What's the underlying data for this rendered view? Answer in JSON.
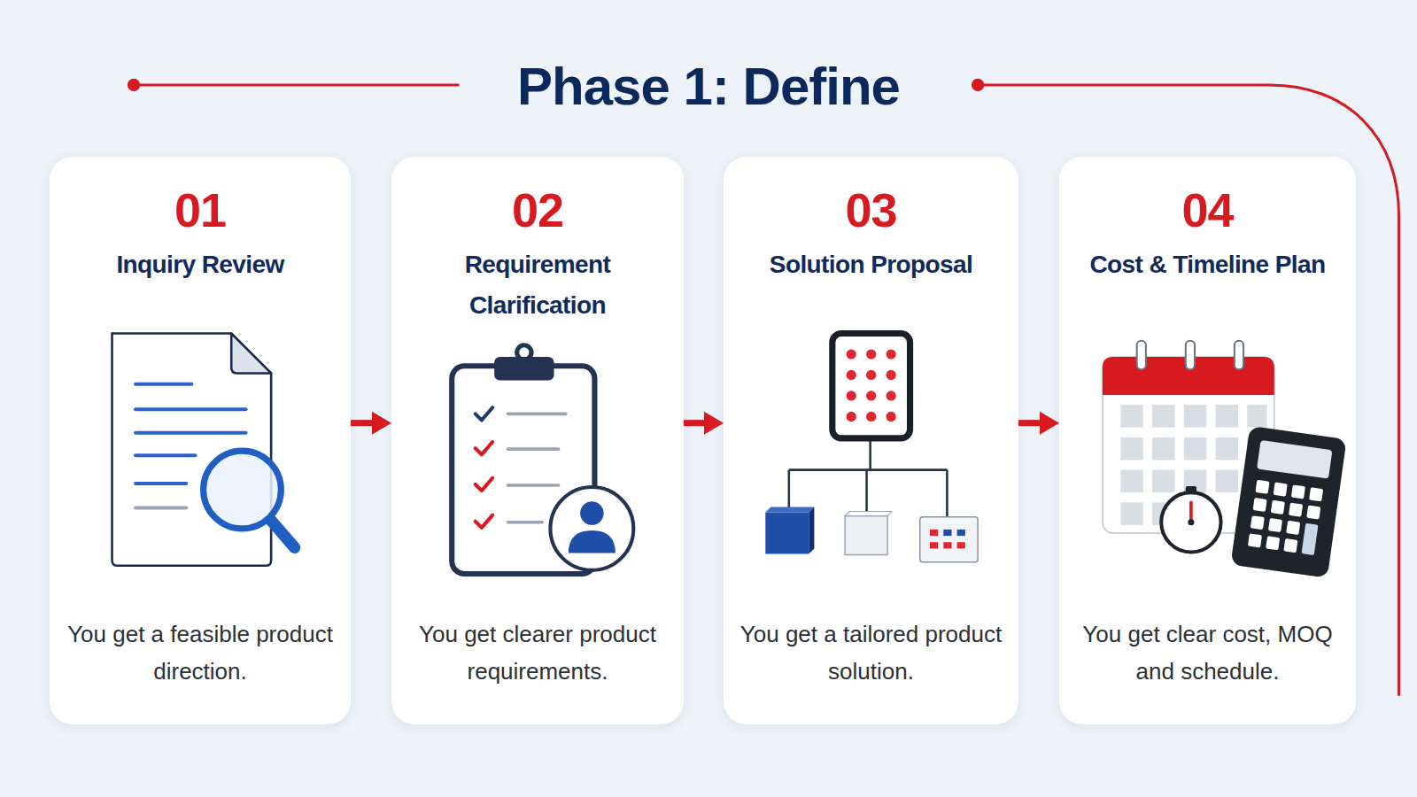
{
  "diagram": {
    "title": "Phase 1: Define",
    "nodes": [
      {
        "text": [
          "01",
          "Inquiry Review",
          "You get a feasible product direction."
        ]
      },
      {
        "text": [
          "02",
          "Requirement Clarification",
          "You get clearer product requirements."
        ]
      },
      {
        "text": [
          "03",
          "Solution Proposal",
          "You get a tailored product solution."
        ]
      },
      {
        "text": [
          "04",
          "Cost & Timeline Plan",
          "You get clear cost, MOQ and schedule."
        ]
      }
    ],
    "edges": [
      {
        "from": 0,
        "to": 1,
        "arrow": "to"
      },
      {
        "from": 1,
        "to": 2,
        "arrow": "to"
      },
      {
        "from": 2,
        "to": 3,
        "arrow": "to"
      }
    ]
  }
}
